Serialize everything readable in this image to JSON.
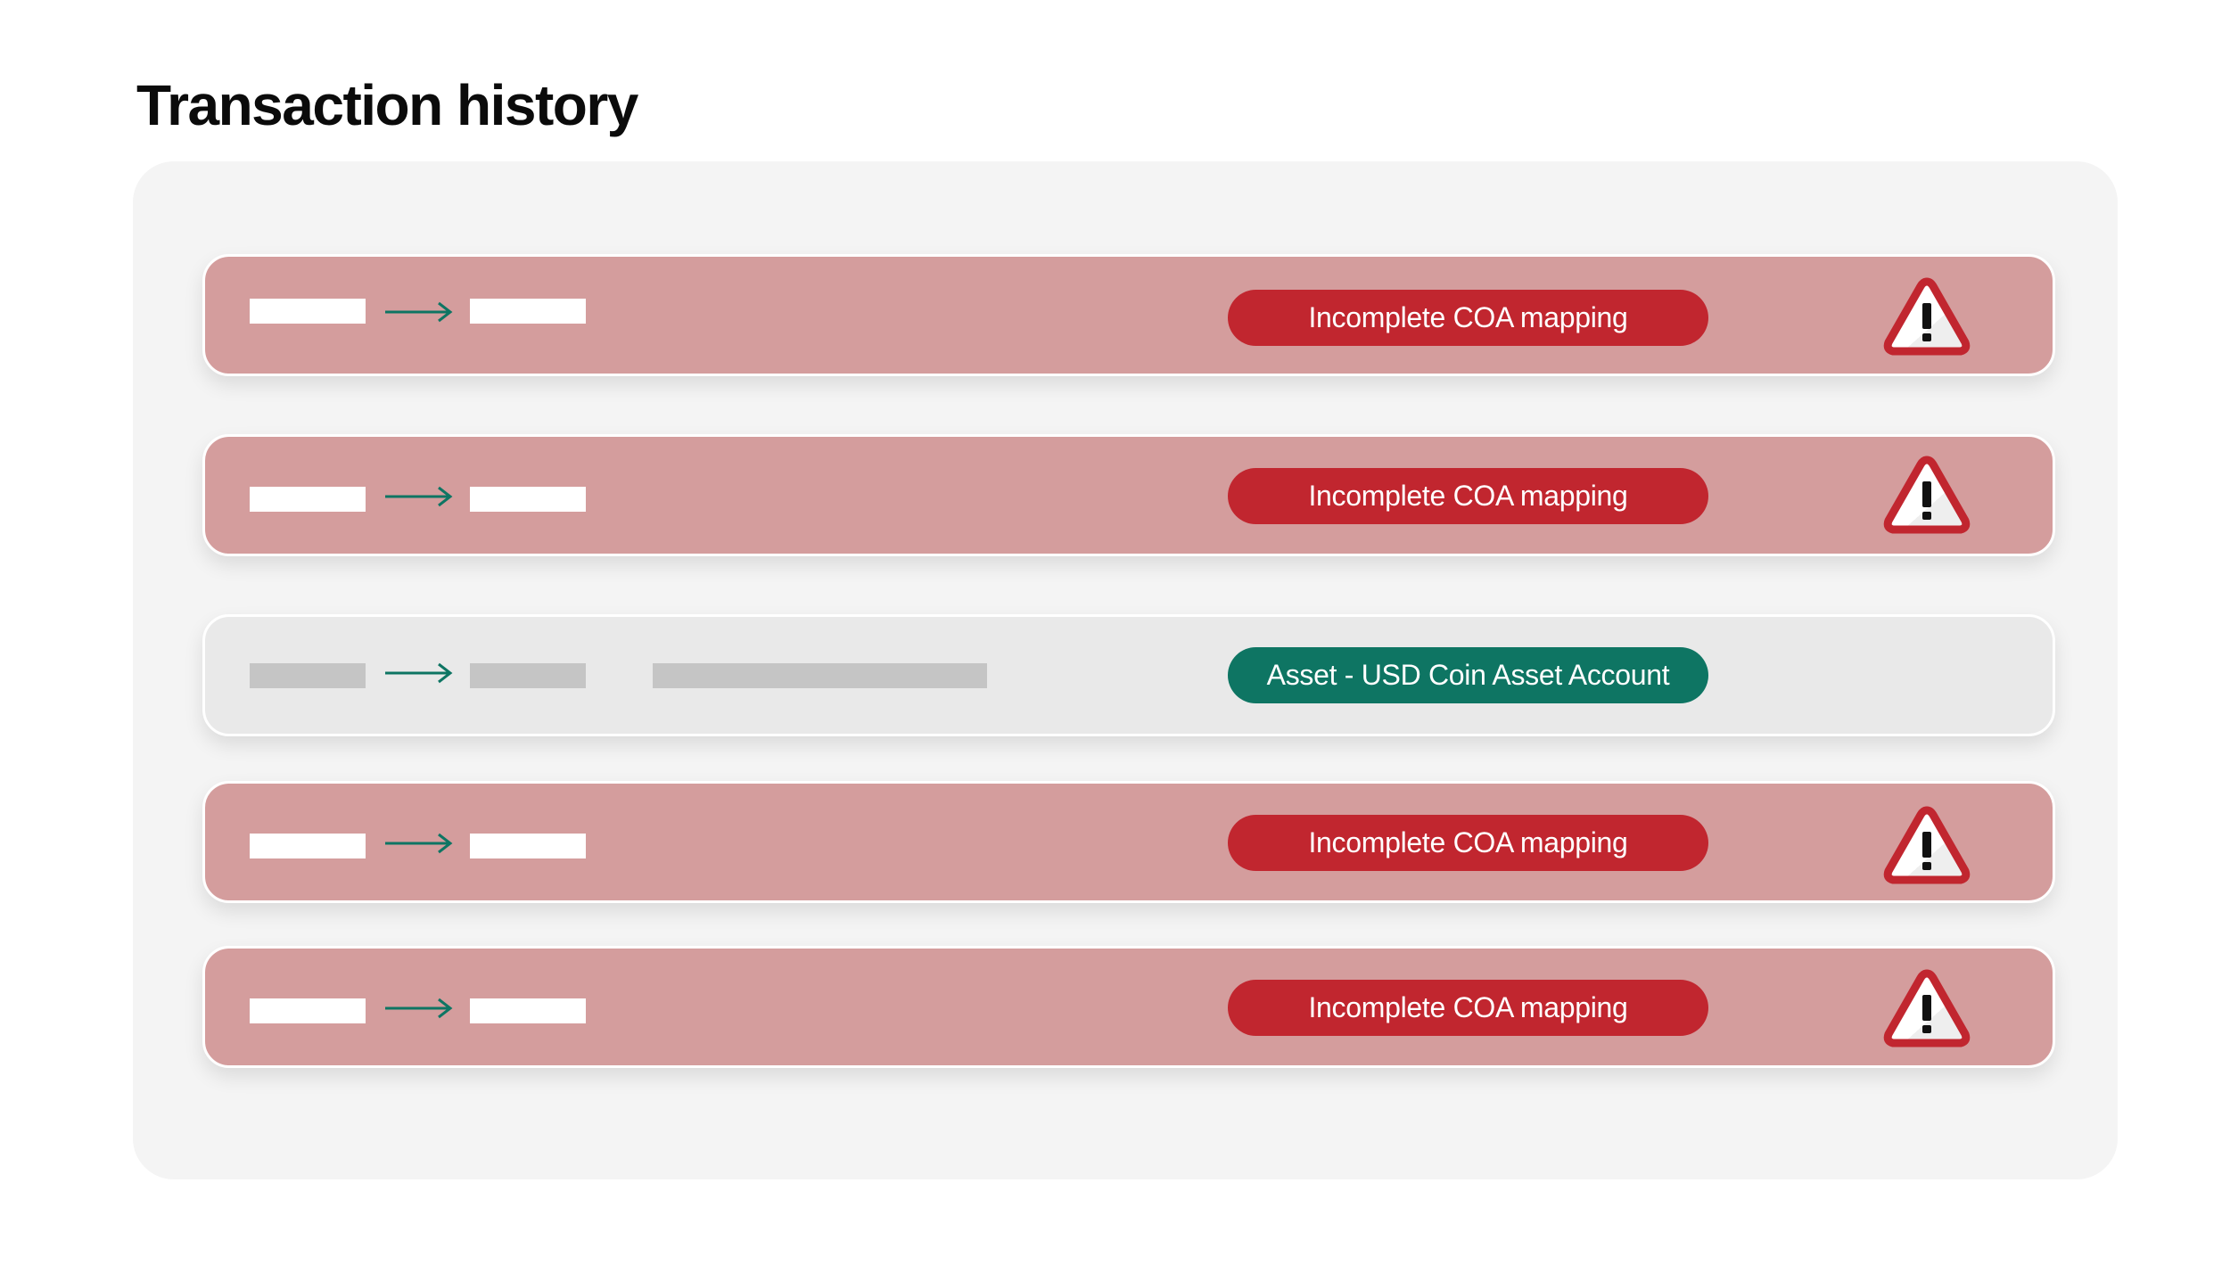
{
  "page": {
    "title": "Transaction history"
  },
  "colors": {
    "error_row_bg": "#d49d9d",
    "ok_row_bg": "#e9e9e9",
    "error_badge_bg": "#c1262f",
    "ok_badge_bg": "#0e7563",
    "arrow": "#0e7563",
    "panel_bg": "#f4f4f4"
  },
  "transactions": [
    {
      "status": "error",
      "badge": "Incomplete COA mapping",
      "icon": "warning-icon"
    },
    {
      "status": "error",
      "badge": "Incomplete COA mapping",
      "icon": "warning-icon"
    },
    {
      "status": "ok",
      "badge": "Asset - USD Coin Asset Account",
      "icon": null
    },
    {
      "status": "error",
      "badge": "Incomplete COA mapping",
      "icon": "warning-icon"
    },
    {
      "status": "error",
      "badge": "Incomplete COA mapping",
      "icon": "warning-icon"
    }
  ]
}
